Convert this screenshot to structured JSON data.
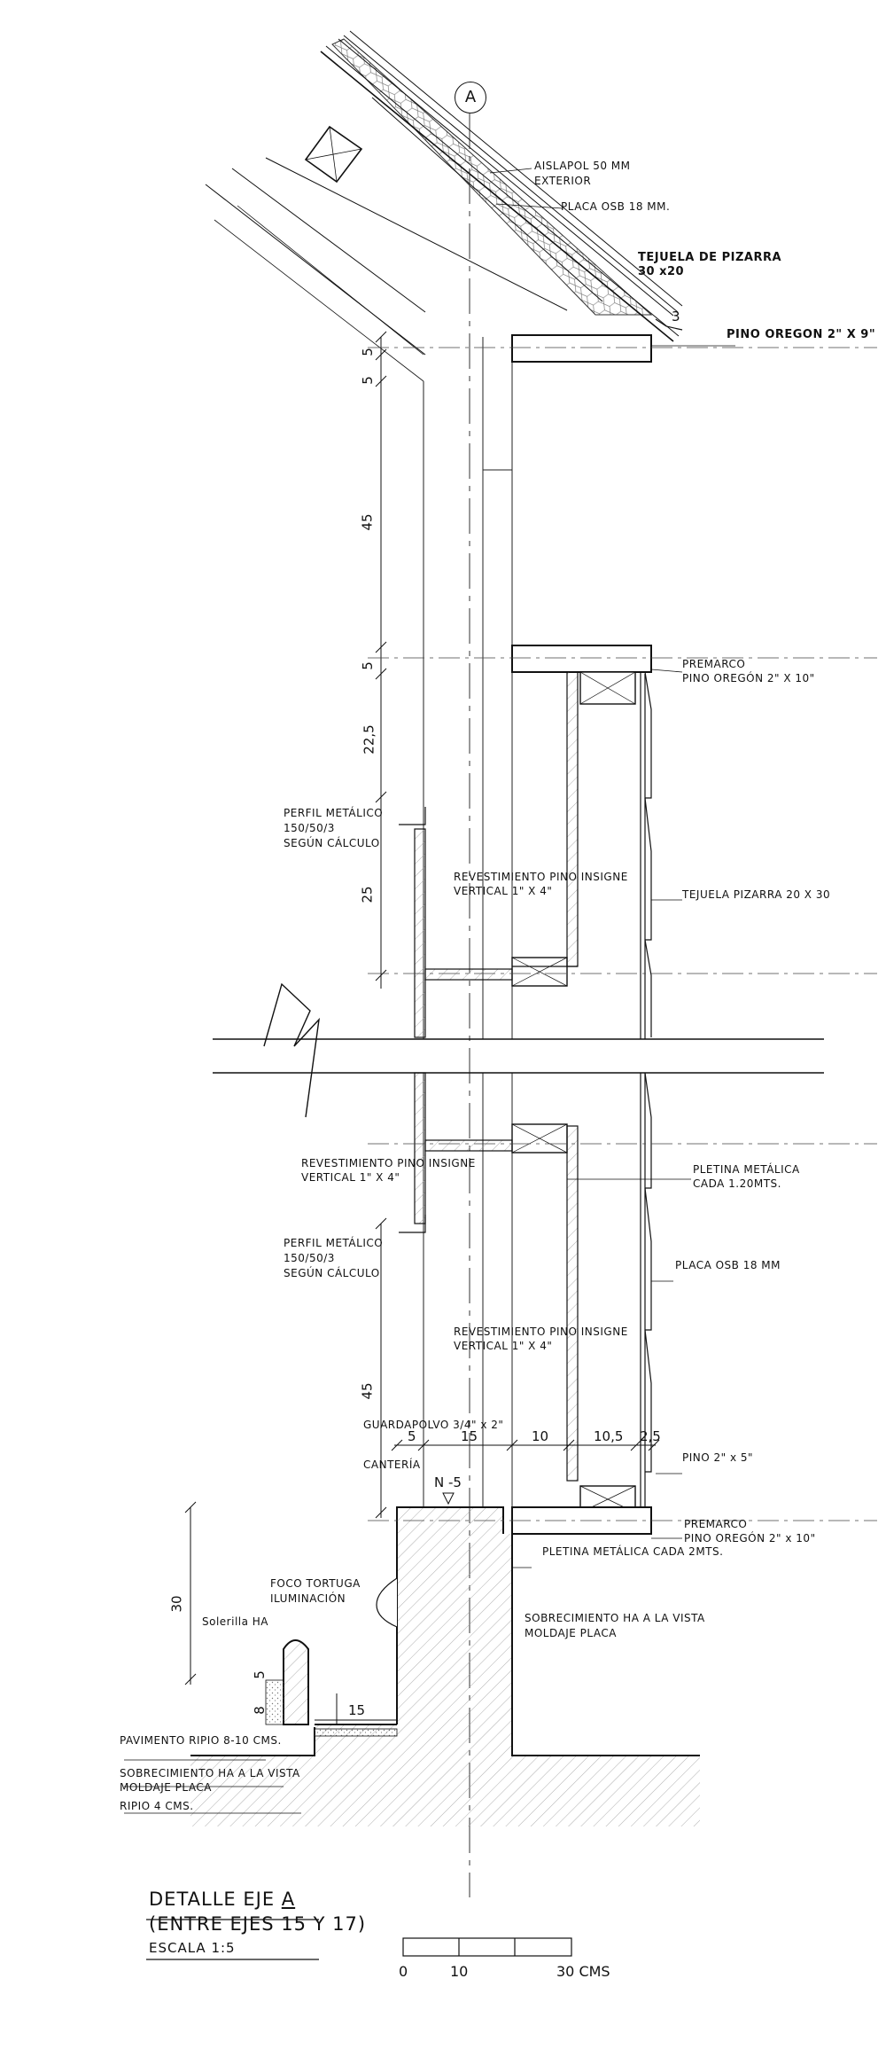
{
  "axis": {
    "marker": "A"
  },
  "labels": {
    "aislapol": "AISLAPOL 50 MM",
    "exterior": "EXTERIOR",
    "placa_osb_top": "PLACA OSB 18 MM.",
    "tejuela_pizarra": "TEJUELA DE PIZARRA",
    "tejuela_size": "30 x20",
    "pino_oregon_2x9": "PINO OREGON 2\" X 9\"",
    "premarco_1": "PREMARCO",
    "pino_oregon_2x10_1": "PINO OREGÓN 2\" X 10\"",
    "perfil_metalico_1": "PERFIL METÁLICO",
    "perfil_size_1": "150/50/3",
    "segun_calculo_1": "SEGÚN CÁLCULO",
    "revestimiento_1": "REVESTIMIENTO PINO INSIGNE",
    "vertical_1": "VERTICAL 1\" X 4\"",
    "tejuela_pizarra_20x30": "TEJUELA PIZARRA 20 X 30",
    "revestimiento_2": "REVESTIMIENTO PINO INSIGNE",
    "vertical_2": "VERTICAL 1\" X 4\"",
    "pletina_1": "PLETINA METÁLICA",
    "cada_120": "CADA 1.20MTS.",
    "perfil_metalico_2": "PERFIL METÁLICO",
    "perfil_size_2": "150/50/3",
    "segun_calculo_2": "SEGÚN CÁLCULO",
    "placa_osb_mid": "PLACA OSB 18 MM",
    "revestimiento_3": "REVESTIMIENTO PINO INSIGNE",
    "vertical_3": "VERTICAL 1\" X 4\"",
    "guardapolvo": "GUARDAPOLVO 3/4\" x 2\"",
    "canteria": "CANTERÍA",
    "pino_2x5": "PINO 2\" x 5\"",
    "nivel": "N -5",
    "premarco_2": "PREMARCO",
    "pino_oregon_2x10_2": "PINO OREGÓN 2\" x 10\"",
    "pletina_2": "PLETINA METÁLICA CADA 2MTS.",
    "foco_tortuga": "FOCO TORTUGA",
    "iluminacion": "ILUMINACIÓN",
    "solerilla": "Solerilla HA",
    "sobrecimiento_1": "SOBRECIMIENTO HA A LA VISTA",
    "moldaje_1": "MOLDAJE PLACA",
    "pavimento": "PAVIMENTO RIPIO 8-10 CMS.",
    "sobrecimiento_2": "SOBRECIMIENTO HA A LA VISTA",
    "moldaje_2": "MOLDAJE PLACA",
    "ripio": "RIPIO 4 CMS."
  },
  "dimensions": {
    "roof_slope": "3",
    "v_5a": "5",
    "v_5b": "5",
    "v_45a": "45",
    "v_5c": "5",
    "v_22_5": "22,5",
    "v_25": "25",
    "v_45b": "45",
    "v_30": "30",
    "h_5": "5",
    "h_15": "15",
    "h_10": "10",
    "h_10_5": "10,5",
    "h_2_5": "2,5",
    "sol_5": "5",
    "sol_8": "8",
    "gutter_15": "15"
  },
  "title": {
    "line1_prefix": "DETALLE ",
    "line1_eje": "EJE ",
    "line1_axis": "A",
    "line2": "(ENTRE EJES 15 Y 17)",
    "line3": "ESCALA 1:5"
  },
  "scale_bar": {
    "start": "0",
    "mid": "10",
    "end": "30 CMS"
  }
}
